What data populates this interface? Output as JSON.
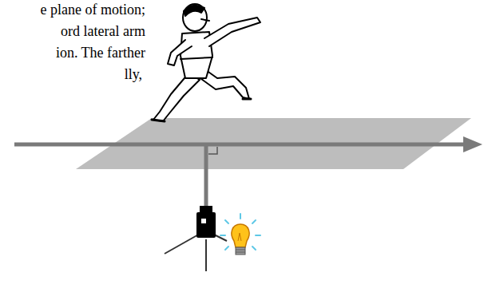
{
  "diagram": {
    "labels": [
      "e plane of motion;",
      "ord lateral arm",
      "ion. The farther",
      "lly,"
    ]
  }
}
